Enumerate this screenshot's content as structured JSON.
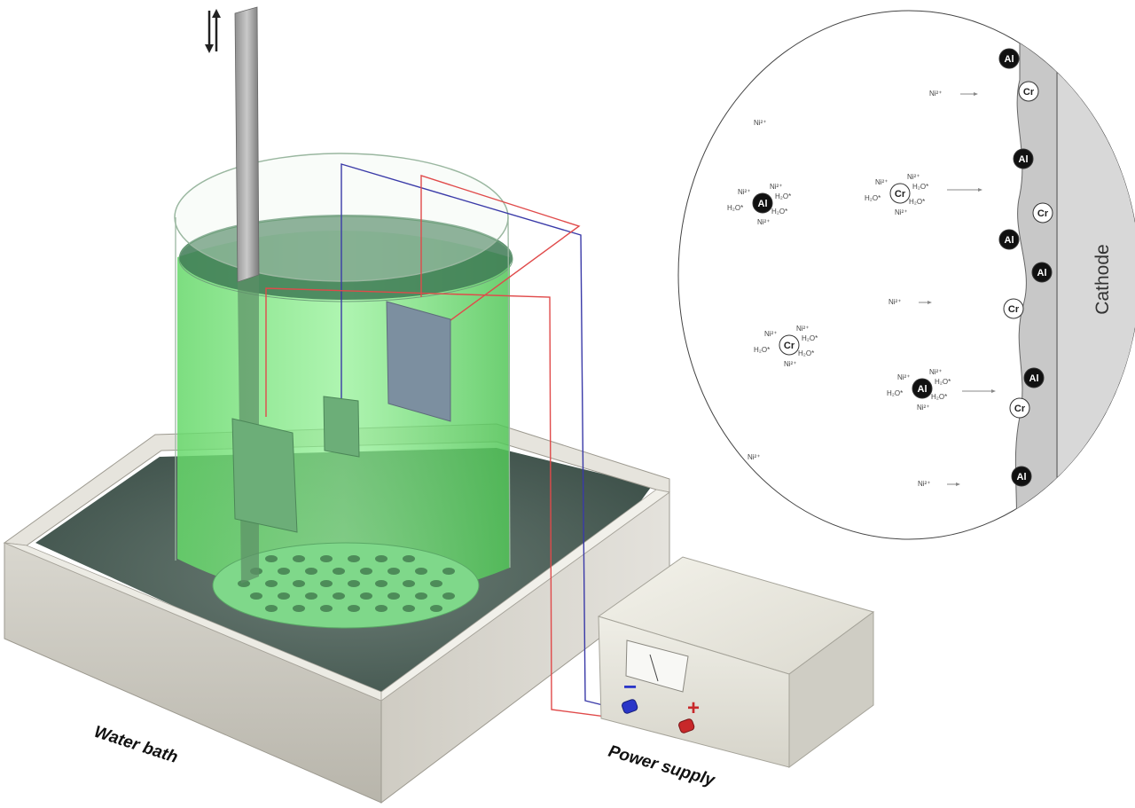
{
  "labels": {
    "water_bath": "Water bath",
    "power_supply": "Power supply",
    "cathode": "Cathode",
    "minus": "−",
    "plus": "+"
  },
  "ions": {
    "al": "Al",
    "cr": "Cr",
    "ion_small": "Ni²⁺",
    "water_small": "H₂O*"
  },
  "colors": {
    "solution": "#5fd56a",
    "anode_wire": "#e04a4a",
    "cathode_wire": "#3a3aa8",
    "al_atom": "#111111",
    "cr_atom": "#ffffff",
    "cathode_fill": "#c8c8c8"
  }
}
